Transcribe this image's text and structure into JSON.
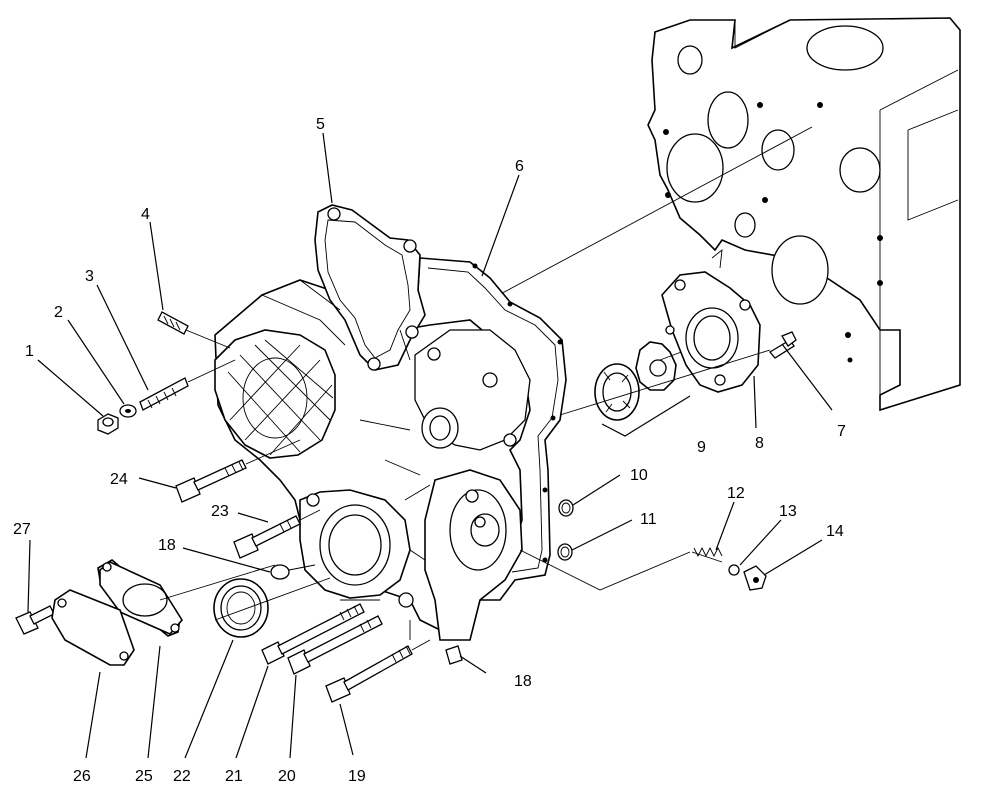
{
  "figure": {
    "labels": [
      "1",
      "2",
      "3",
      "4",
      "5",
      "6",
      "7",
      "8",
      "9",
      "10",
      "11",
      "12",
      "13",
      "14",
      "18",
      "18",
      "19",
      "20",
      "21",
      "22",
      "23",
      "24",
      "25",
      "26",
      "27"
    ]
  }
}
